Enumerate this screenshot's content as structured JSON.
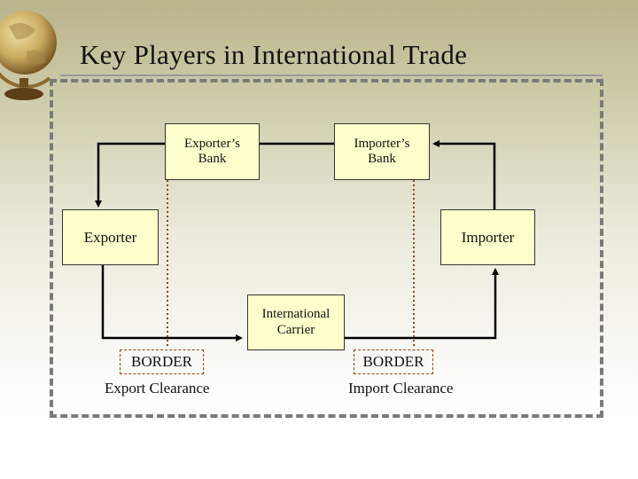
{
  "slide": {
    "title": "Key Players in International Trade"
  },
  "nodes": {
    "exporters_bank": "Exporter’s\nBank",
    "importers_bank": "Importer’s\nBank",
    "exporter": "Exporter",
    "importer": "Importer",
    "carrier": "International\nCarrier"
  },
  "borders": {
    "left_tag": "BORDER",
    "left_caption": "Export Clearance",
    "right_tag": "BORDER",
    "right_caption": "Import Clearance"
  },
  "colors": {
    "box_fill": "#ffffcc",
    "dotted_line": "#8b4513",
    "frame": "#7a7a7a",
    "arrow": "#000000"
  }
}
